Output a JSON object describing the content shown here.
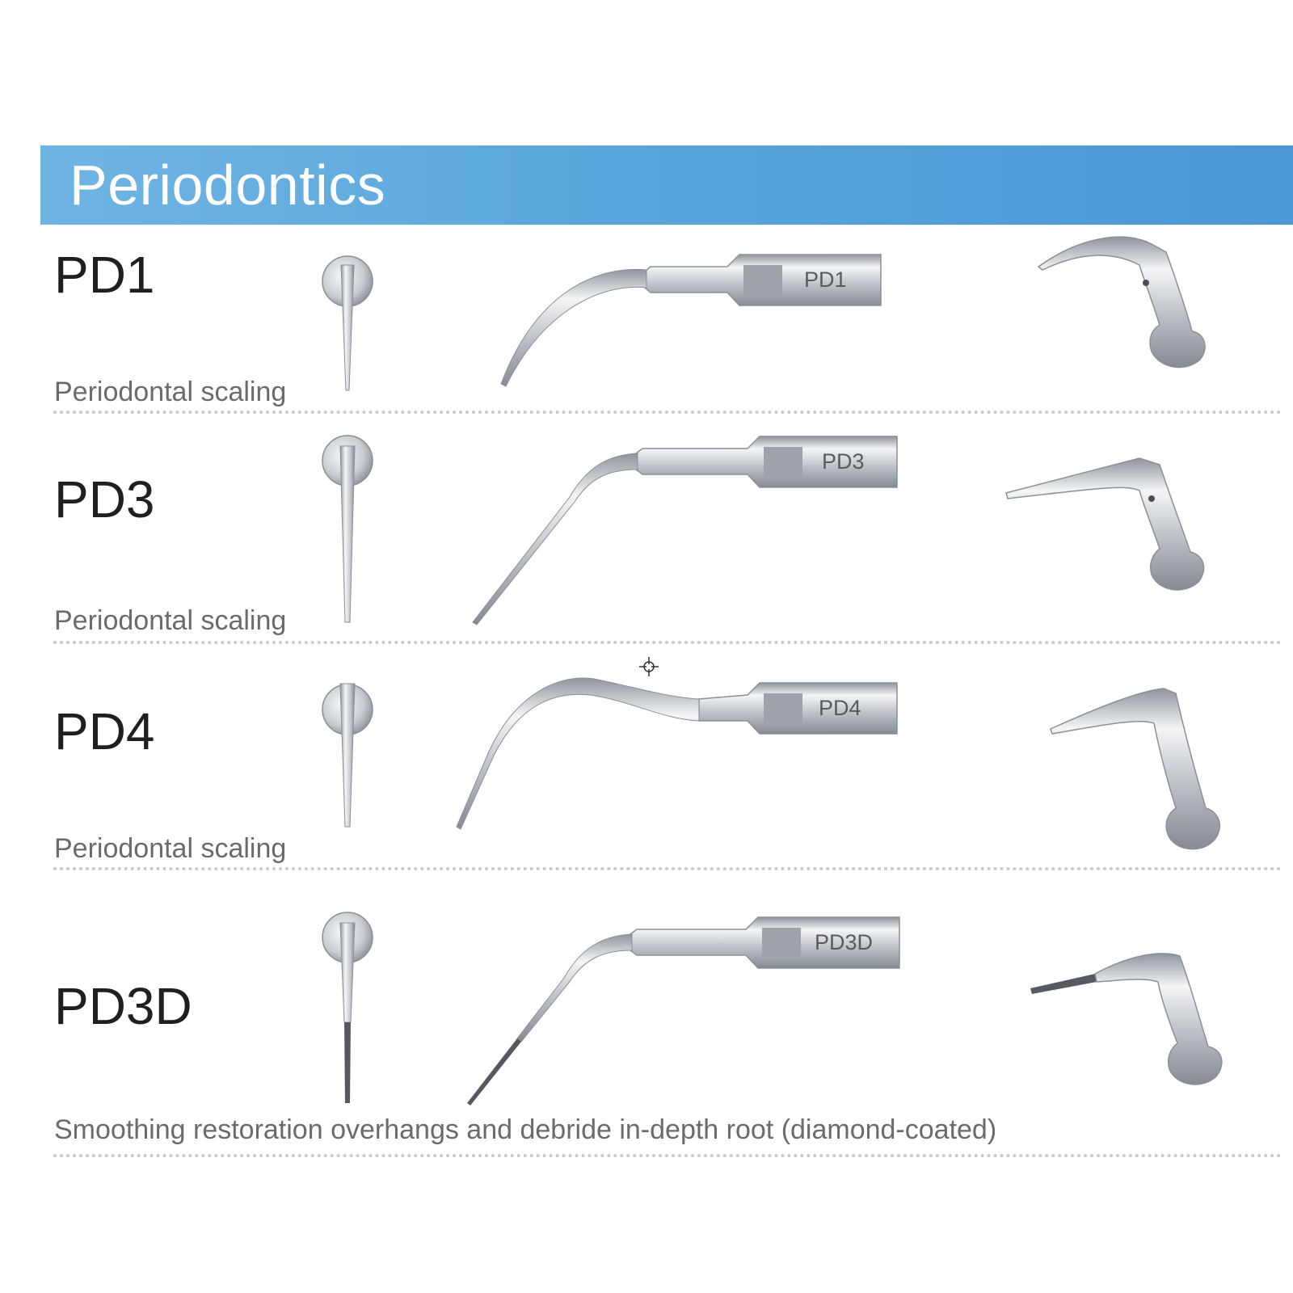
{
  "header": {
    "title": "Periodontics"
  },
  "tips": [
    {
      "code": "PD1",
      "shank_label": "PD1",
      "description": "Periodontal scaling",
      "diamond_coated": false
    },
    {
      "code": "PD3",
      "shank_label": "PD3",
      "description": "Periodontal scaling",
      "diamond_coated": false
    },
    {
      "code": "PD4",
      "shank_label": "PD4",
      "description": "Periodontal scaling",
      "diamond_coated": false
    },
    {
      "code": "PD3D",
      "shank_label": "PD3D",
      "description": "Smoothing restoration overhangs and debride in-depth root (diamond-coated)",
      "diamond_coated": true
    }
  ],
  "colors": {
    "banner": "#5aa6dc",
    "steel": "#c8ccd1",
    "divider": "#c9c9c9",
    "diamond": "#555a60"
  },
  "icons": [
    "front-view-tip-icon",
    "side-view-tip-icon",
    "angled-view-tip-icon",
    "crosshair-cursor-icon"
  ]
}
